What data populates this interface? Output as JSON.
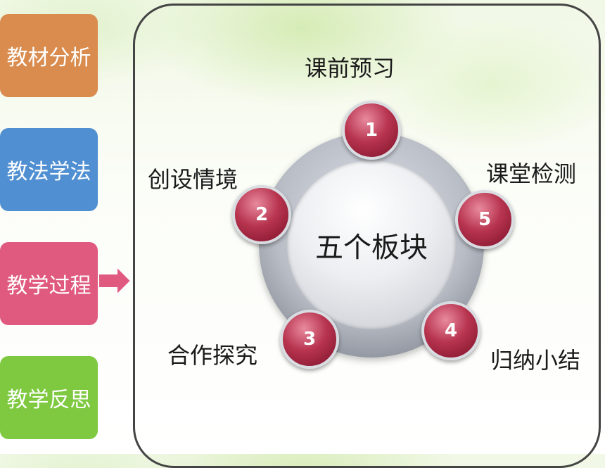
{
  "sidebar": {
    "items": [
      {
        "label": "教材分析",
        "color": "#D98C4E"
      },
      {
        "label": "教法学法",
        "color": "#4F8FD2"
      },
      {
        "label": "教学过程",
        "color": "#DF5A7E"
      },
      {
        "label": "教学反思",
        "color": "#7EC940"
      }
    ],
    "active_index": 2
  },
  "diagram": {
    "center_title": "五个板块",
    "nodes": [
      {
        "number": "1",
        "label": "课前预习"
      },
      {
        "number": "2",
        "label": "创设情境"
      },
      {
        "number": "3",
        "label": "合作探究"
      },
      {
        "number": "4",
        "label": "归纳小结"
      },
      {
        "number": "5",
        "label": "课堂检测"
      }
    ],
    "node_color": "#A82843",
    "ring_color": "#B0B4BD"
  }
}
